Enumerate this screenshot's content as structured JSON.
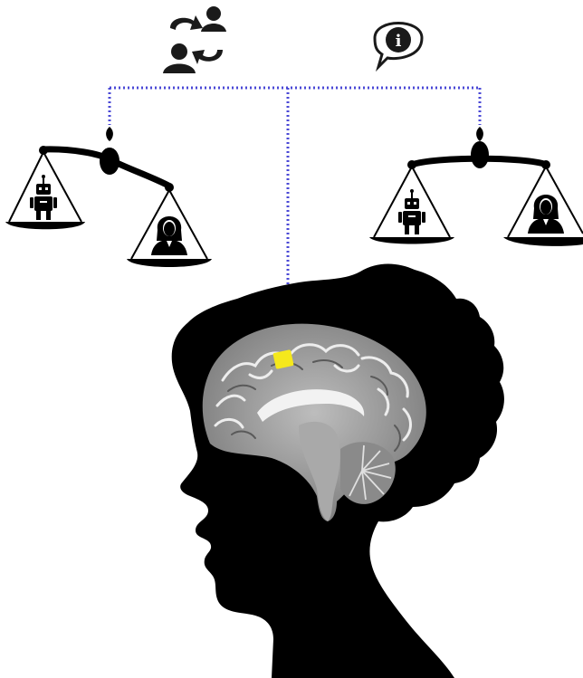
{
  "icons": {
    "exchange": "user-exchange-icon",
    "info": "info-speech-bubble-icon",
    "robot": "robot-icon",
    "woman": "woman-icon",
    "scale": "balance-scale-icon",
    "brain": "brain-sagittal-slice",
    "head": "head-silhouette"
  },
  "info_glyph": "i",
  "scales": [
    {
      "id": "left",
      "tilt": "down-right",
      "left_pan": "robot",
      "right_pan": "woman"
    },
    {
      "id": "right",
      "tilt": "level",
      "left_pan": "robot",
      "right_pan": "woman"
    }
  ],
  "colors": {
    "connector": "#4a48d6",
    "highlight": "#f5e81c",
    "silhouette": "#000000",
    "brain_light": "#c9c9c9",
    "brain_dark": "#6a6a6a",
    "icon_dark": "#1a1a1a"
  }
}
